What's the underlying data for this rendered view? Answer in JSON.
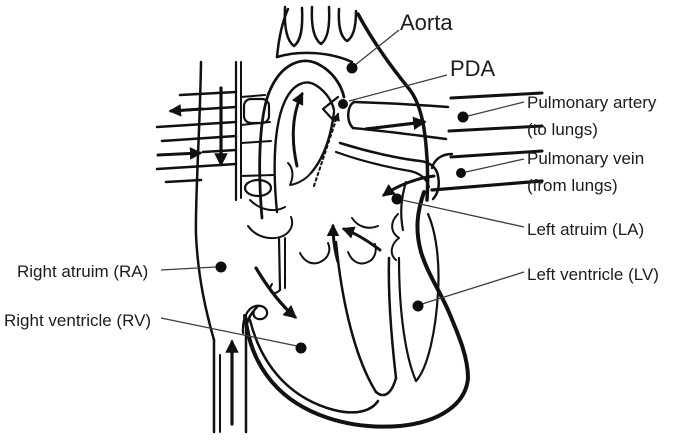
{
  "figure": {
    "aorta_label": "Aorta",
    "pda_label": "PDA",
    "pulmonary_artery_label": "Pulmonary artery",
    "pulmonary_artery_sub": "(to lungs)",
    "pulmonary_vein_label": "Pulmonary vein",
    "pulmonary_vein_sub": "(from lungs)",
    "left_atrium_label": "Left atruim (LA)",
    "left_ventricle_label": "Left ventricle (LV)",
    "right_atrium_label": "Right atruim (RA)",
    "right_ventricle_label": "Right ventricle (RV)"
  },
  "colors": {
    "background": "#ffffff",
    "line": "#111111",
    "leader_line": "#3c3c3c",
    "marker_dot": "#0d0d0d",
    "text": "#1c1c1c"
  }
}
